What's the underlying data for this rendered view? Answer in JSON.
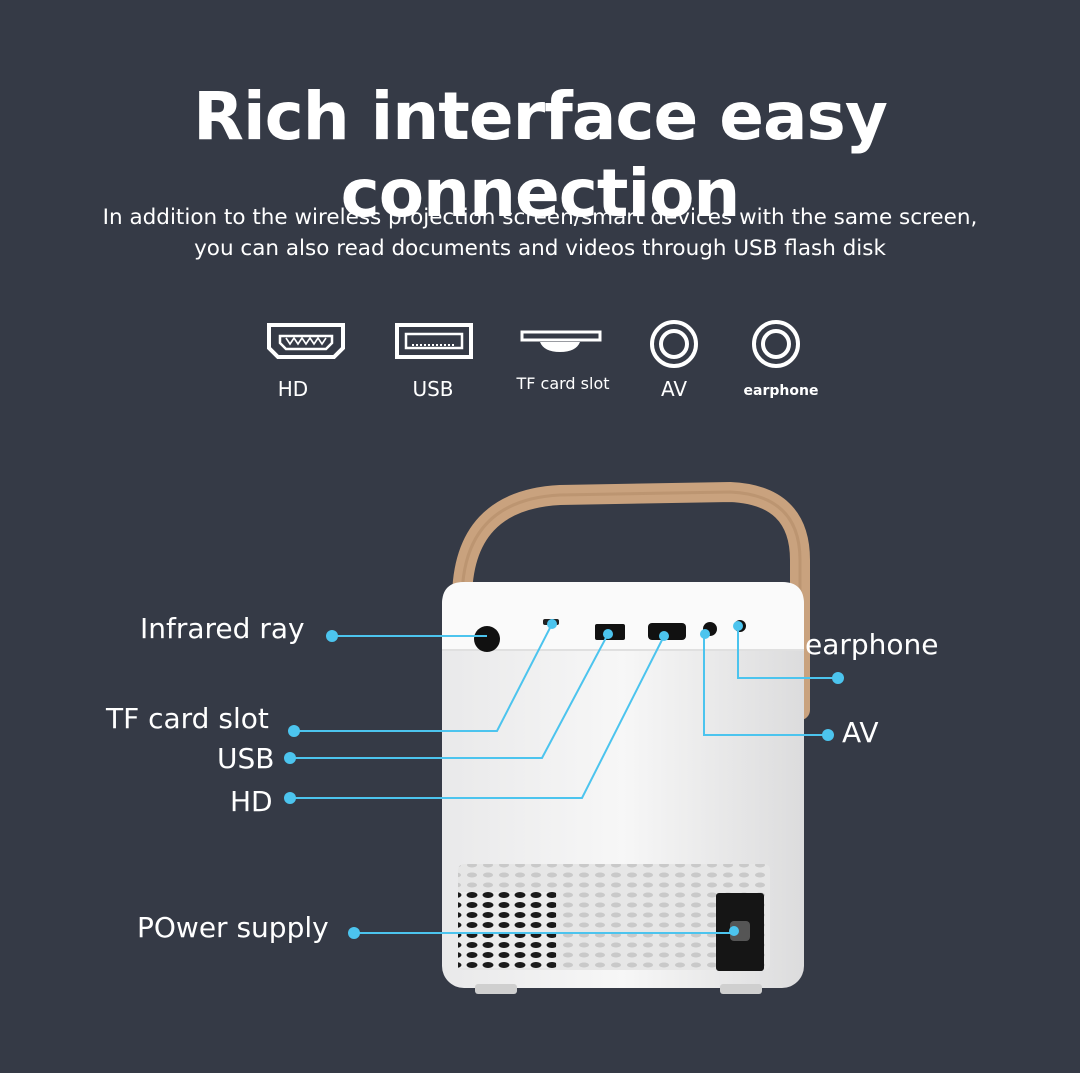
{
  "title": "Rich interface easy connection",
  "subtitle": {
    "line1": "In addition to the wireless projection screen/smart devices with the same screen,",
    "line2": "you can also read documents and videos through USB flash disk"
  },
  "icons": [
    {
      "label": "HD",
      "icon": "hdmi-port-icon"
    },
    {
      "label": "USB",
      "icon": "usb-port-icon"
    },
    {
      "label": "TF card slot",
      "icon": "tf-card-slot-icon"
    },
    {
      "label": "AV",
      "icon": "av-jack-icon"
    },
    {
      "label": "earphone",
      "icon": "earphone-jack-icon"
    }
  ],
  "callouts": {
    "infrared": "Infrared ray",
    "tf": "TF card slot",
    "usb": "USB",
    "hd": "HD",
    "power": "POwer supply",
    "earphone": "earphone",
    "av": "AV"
  },
  "colors": {
    "background": "#353a46",
    "accent": "#4cc4ee",
    "handle": "#c9a27e",
    "device": "#f2f2f2"
  }
}
